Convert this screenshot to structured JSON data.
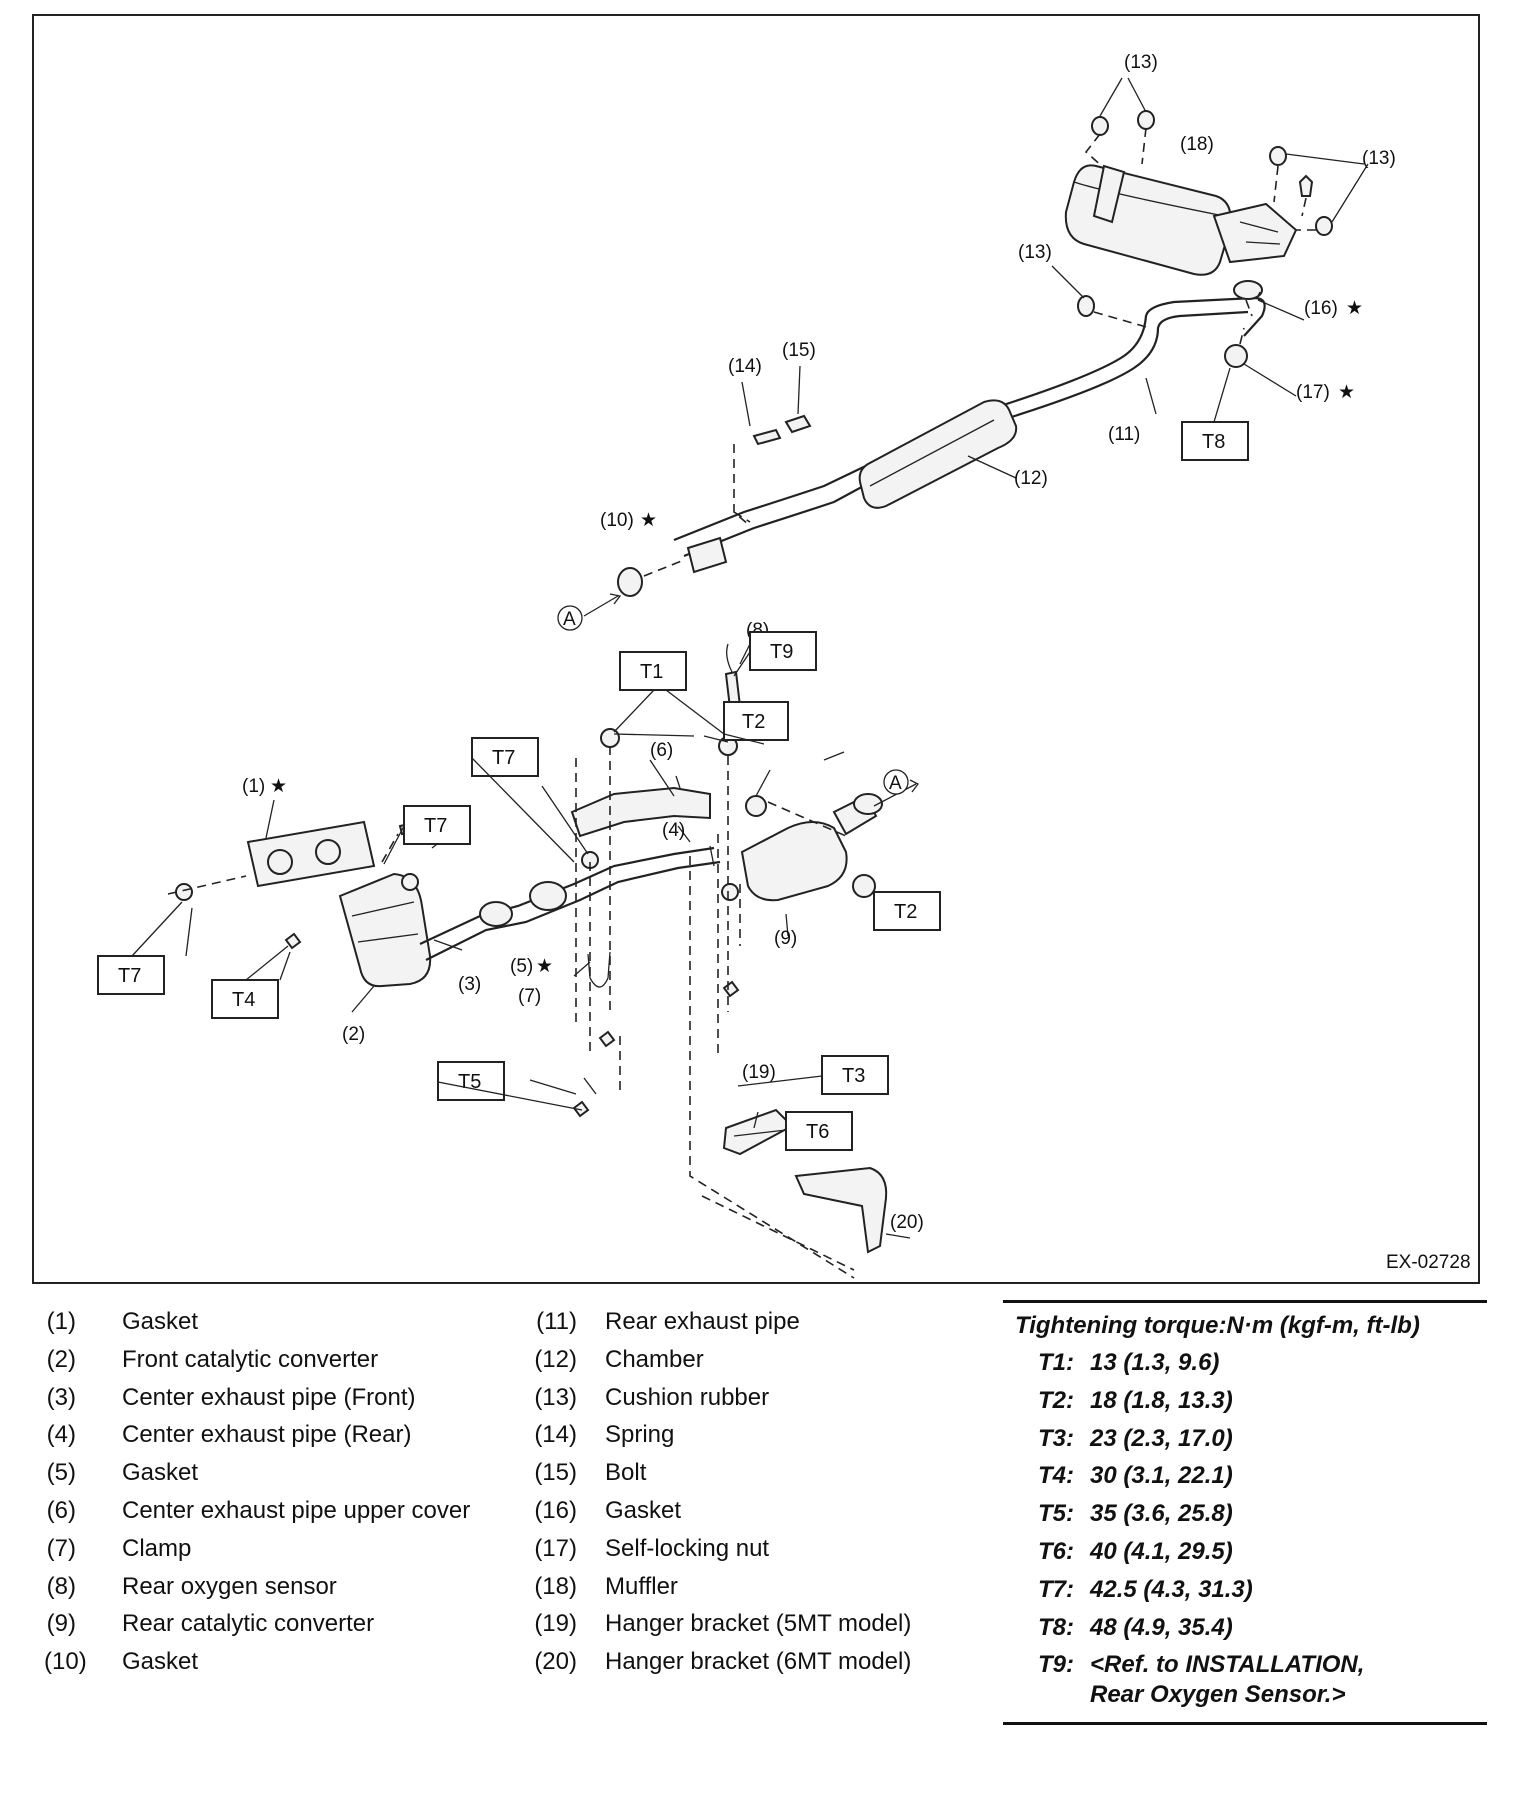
{
  "diagram": {
    "figure_id": "EX-02728",
    "labels": {
      "p1": "(1)",
      "p2": "(2)",
      "p3": "(3)",
      "p4": "(4)",
      "p5": "(5)",
      "p6": "(6)",
      "p7": "(7)",
      "p8": "(8)",
      "p9": "(9)",
      "p10": "(10)",
      "p11": "(11)",
      "p12": "(12)",
      "p13": "(13)",
      "p14": "(14)",
      "p15": "(15)",
      "p16": "(16)",
      "p17": "(17)",
      "p18": "(18)",
      "p19": "(19)",
      "p20": "(20)",
      "star": "★",
      "ref_a": "A"
    },
    "torque_codes": {
      "t1": "T1",
      "t2": "T2",
      "t3": "T3",
      "t4": "T4",
      "t5": "T5",
      "t6": "T6",
      "t7": "T7",
      "t8": "T8",
      "t9": "T9"
    }
  },
  "legend": {
    "left": [
      {
        "num": "(1)",
        "name": "Gasket"
      },
      {
        "num": "(2)",
        "name": "Front catalytic converter"
      },
      {
        "num": "(3)",
        "name": "Center exhaust pipe (Front)"
      },
      {
        "num": "(4)",
        "name": "Center exhaust pipe (Rear)"
      },
      {
        "num": "(5)",
        "name": "Gasket"
      },
      {
        "num": "(6)",
        "name": "Center exhaust pipe upper cover"
      },
      {
        "num": "(7)",
        "name": "Clamp"
      },
      {
        "num": "(8)",
        "name": "Rear oxygen sensor"
      },
      {
        "num": "(9)",
        "name": "Rear catalytic converter"
      },
      {
        "num": "(10)",
        "name": "Gasket"
      }
    ],
    "middle": [
      {
        "num": "(11)",
        "name": "Rear exhaust pipe"
      },
      {
        "num": "(12)",
        "name": "Chamber"
      },
      {
        "num": "(13)",
        "name": "Cushion rubber"
      },
      {
        "num": "(14)",
        "name": "Spring"
      },
      {
        "num": "(15)",
        "name": "Bolt"
      },
      {
        "num": "(16)",
        "name": "Gasket"
      },
      {
        "num": "(17)",
        "name": "Self-locking nut"
      },
      {
        "num": "(18)",
        "name": "Muffler"
      },
      {
        "num": "(19)",
        "name": "Hanger bracket (5MT model)"
      },
      {
        "num": "(20)",
        "name": "Hanger bracket (6MT model)"
      }
    ]
  },
  "torque": {
    "heading": "Tightening torque:N·m (kgf-m, ft-lb)",
    "rows": [
      {
        "code": "T1:",
        "value": "13 (1.3, 9.6)"
      },
      {
        "code": "T2:",
        "value": "18 (1.8, 13.3)"
      },
      {
        "code": "T3:",
        "value": "23 (2.3, 17.0)"
      },
      {
        "code": "T4:",
        "value": "30 (3.1, 22.1)"
      },
      {
        "code": "T5:",
        "value": "35 (3.6, 25.8)"
      },
      {
        "code": "T6:",
        "value": "40 (4.1, 29.5)"
      },
      {
        "code": "T7:",
        "value": "42.5 (4.3, 31.3)"
      },
      {
        "code": "T8:",
        "value": "48 (4.9, 35.4)"
      },
      {
        "code": "T9:",
        "value": "<Ref. to INSTALLATION,\nRear Oxygen Sensor.>"
      }
    ]
  }
}
